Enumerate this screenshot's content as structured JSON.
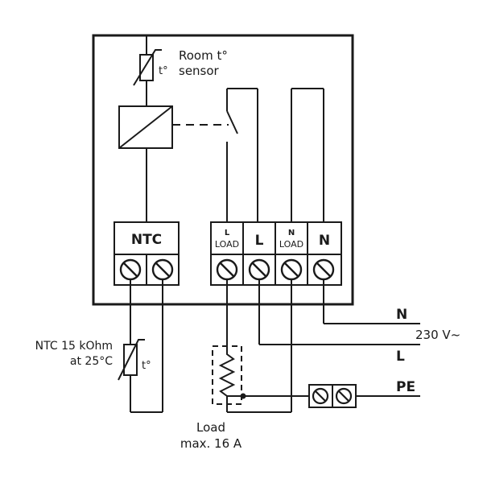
{
  "sensor": {
    "line1": "Room t°",
    "line2": "sensor",
    "symbol": "t°"
  },
  "terminals": {
    "ntc": "NTC",
    "l_load_top": "L",
    "l_load_bottom": "LOAD",
    "l": "L",
    "n_load_top": "N",
    "n_load_bottom": "LOAD",
    "n": "N"
  },
  "ntc_external": {
    "line1": "NTC 15 kOhm",
    "line2": "at 25°C",
    "symbol": "t°"
  },
  "load": {
    "line1": "Load",
    "line2": "max. 16 A"
  },
  "supply": {
    "n": "N",
    "voltage": "230 V~",
    "l": "L",
    "pe": "PE"
  }
}
